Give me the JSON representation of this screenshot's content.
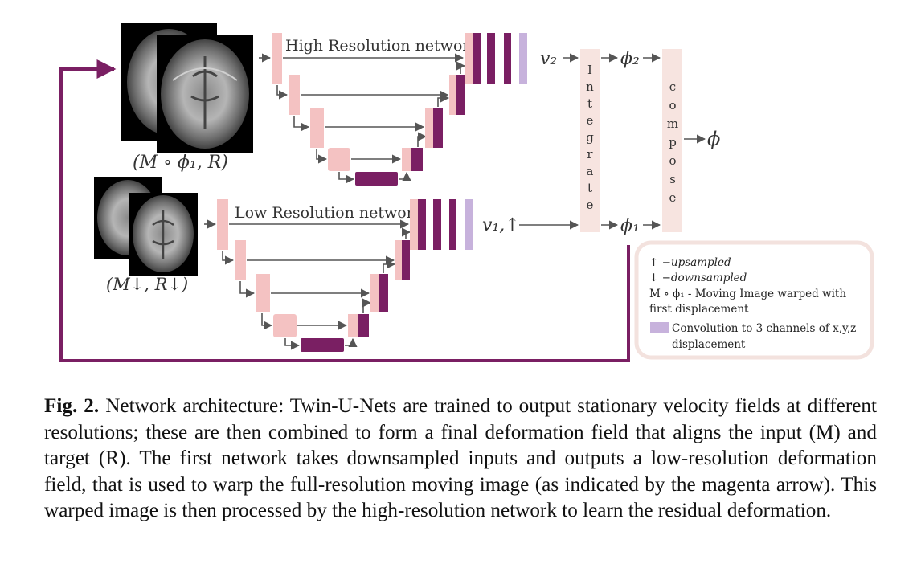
{
  "diagram": {
    "high_net_label": "High Resolution network",
    "low_net_label": "Low Resolution network",
    "high_input_label": "(M ∘ ϕ₁, R)",
    "low_input_label": "(M↓, R↓)",
    "v2_label": "v₂",
    "v1_label": "v₁,↑",
    "phi2_label": "ϕ₂",
    "phi1_label": "ϕ₁",
    "phi_label": "ϕ",
    "integrate_letters": [
      "I",
      "n",
      "t",
      "e",
      "g",
      "r",
      "a",
      "t",
      "e"
    ],
    "compose_letters": [
      "c",
      "o",
      "m",
      "p",
      "o",
      "s",
      "e"
    ],
    "colors": {
      "encoder": "#f4c2c2",
      "decoder": "#7a1f63",
      "output_conv": "#c7b2dc",
      "integrate_box": "#f7e4e0",
      "compose_box": "#f7e4e0",
      "warp_arrow": "#7a1f63",
      "arrow": "#555555"
    }
  },
  "legend": {
    "up_line": "↑ −upsampled",
    "down_line": "↓ −downsampled",
    "warp_line1": "M ∘ ϕ₁ - Moving Image warped with",
    "warp_line2": "first displacement",
    "conv_line1": "Convolution to 3 channels of x,y,z",
    "conv_line2": "displacement"
  },
  "caption": {
    "label": "Fig. 2.",
    "text": "Network architecture: Twin-U-Nets are trained to output stationary velocity fields at different resolutions; these are then combined to form a final deformation field that aligns the input (M) and target (R). The first network takes downsampled inputs and outputs a low-resolution deformation field, that is used to warp the full-resolution moving image (as indicated by the magenta arrow). This warped image is then processed by the high-resolution network to learn the residual deformation."
  }
}
